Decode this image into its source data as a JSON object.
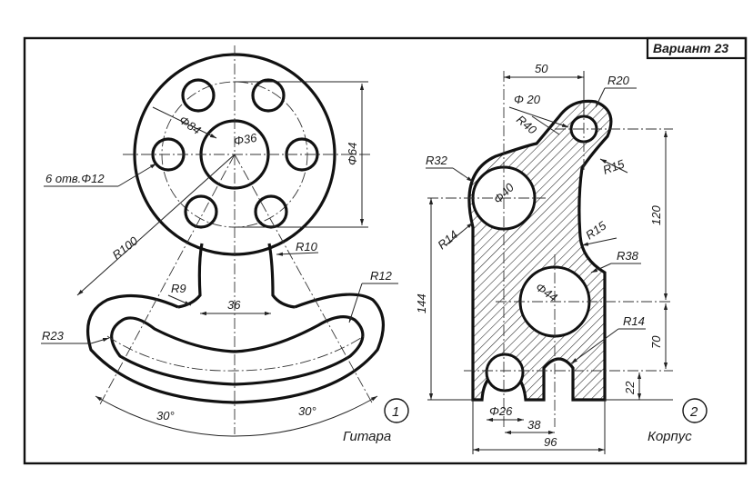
{
  "variant_label": "Вариант 23",
  "part1": {
    "number": "1",
    "caption": "Гитара",
    "dims": {
      "d84": "Φ84",
      "d36": "Φ36",
      "d64": "Φ64",
      "holes": "6 отв.Φ12",
      "r100": "R100",
      "r10": "R10",
      "r9": "R9",
      "w36": "36",
      "r12": "R12",
      "r23": "R23",
      "ang_left": "30°",
      "ang_right": "30°"
    }
  },
  "part2": {
    "number": "2",
    "caption": "Корпус",
    "dims": {
      "w50": "50",
      "r20": "R20",
      "d20": "Φ 20",
      "r40": "R40",
      "r32": "R32",
      "d40": "Φ40",
      "r15_top": "R15",
      "r14_left": "R14",
      "h120": "120",
      "r15_mid": "R15",
      "r38": "R38",
      "h144": "144",
      "d44": "Φ44",
      "r14_right": "R14",
      "h70": "70",
      "h22": "22",
      "d26": "Φ26",
      "w38": "38",
      "w96": "96"
    }
  }
}
